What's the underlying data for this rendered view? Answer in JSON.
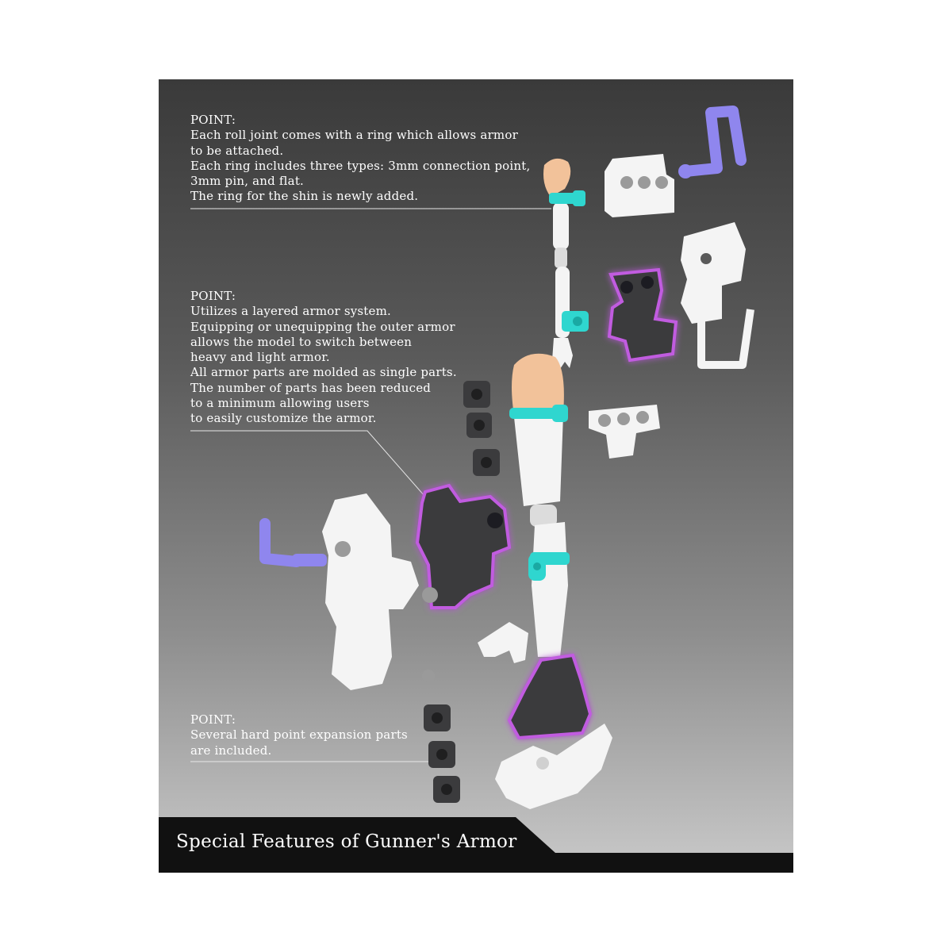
{
  "points": [
    {
      "heading": "POINT:",
      "lines": [
        "Each roll joint comes with a ring which allows armor",
        "to be attached.",
        "Each ring includes three types: 3mm connection point,",
        "3mm pin, and flat.",
        "The ring for the shin is newly added."
      ]
    },
    {
      "heading": "POINT:",
      "lines": [
        "Utilizes a layered armor system.",
        "Equipping or unequipping the outer armor",
        "allows the model to switch between",
        "heavy and light armor.",
        "All armor parts are molded as single parts.",
        "The number of parts has been reduced",
        "to a minimum allowing users",
        "to easily customize the armor."
      ]
    },
    {
      "heading": "POINT:",
      "lines": [
        "Several hard point expansion parts",
        "are included."
      ]
    }
  ],
  "banner": {
    "title": "Special Features of Gunner's Armor"
  },
  "colors": {
    "ring": "#2fd6cf",
    "highlight": "#c15be0",
    "purple_part": "#8f86ee",
    "dark_part": "#3b3b3d",
    "white_part": "#f4f4f4",
    "skin": "#f2c29a",
    "banner": "#111111"
  }
}
